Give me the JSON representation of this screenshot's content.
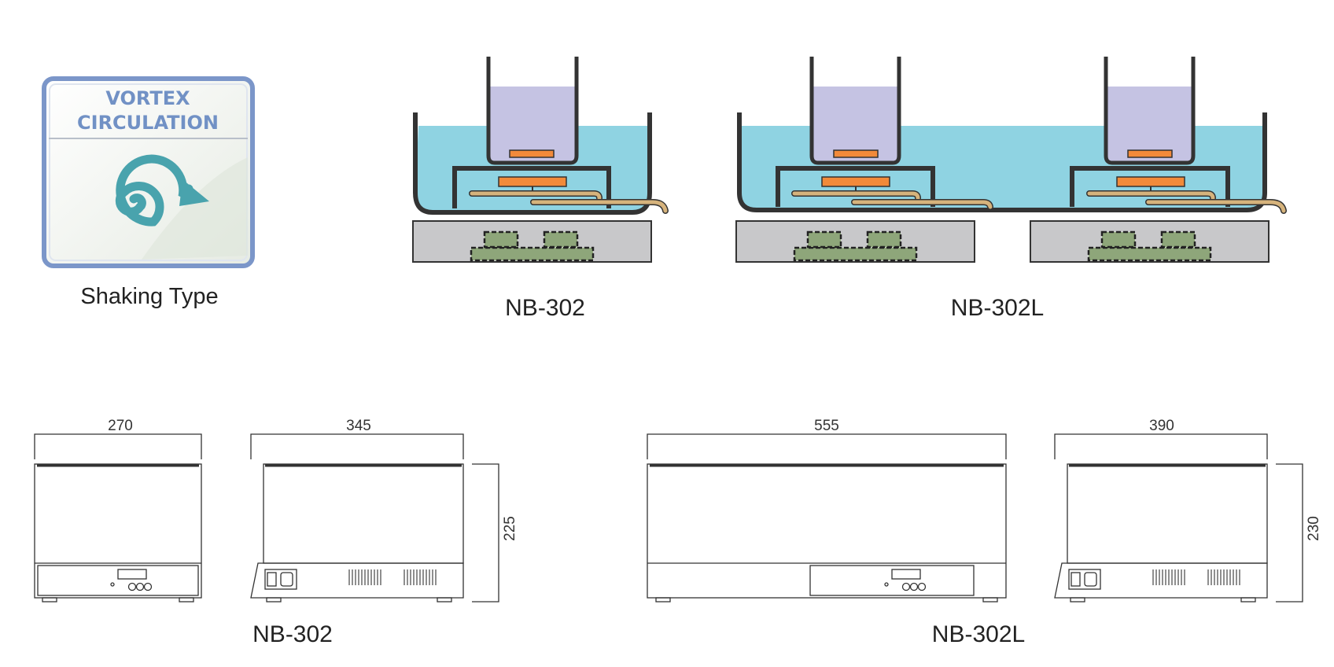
{
  "badge": {
    "title_line1": "VORTEX",
    "title_line2": "CIRCULATION",
    "caption": "Shaking Type",
    "colors": {
      "border": "#7b96c9",
      "spiral": "#49a3ad",
      "text": "#7191c5"
    },
    "icon": "vortex-spiral-arrow-icon"
  },
  "schematics": {
    "nb302_label": "NB-302",
    "nb302l_label": "NB-302L",
    "colors": {
      "water": "#8fd3e2",
      "sample": "#c5c3e3",
      "heater": "#f28a3a",
      "tube": "#d6b37c",
      "magnet": "#8ea67a",
      "base": "#c8c8ca",
      "tank": "#333333"
    }
  },
  "dimensions": {
    "nb302_label": "NB-302",
    "nb302l_label": "NB-302L",
    "nb302_front_width": "270",
    "nb302_side_depth": "345",
    "nb302_height": "225",
    "nb302l_front_width": "555",
    "nb302l_side_depth": "390",
    "nb302l_height": "230"
  }
}
